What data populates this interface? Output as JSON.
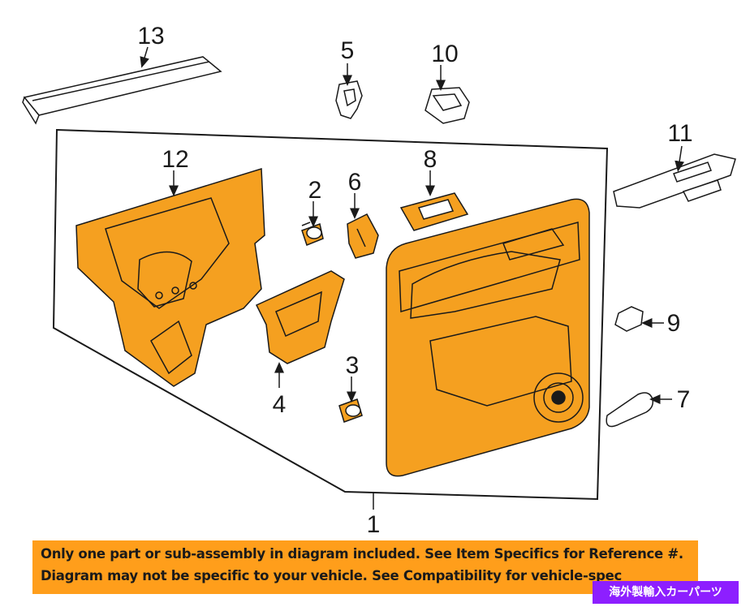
{
  "callouts": {
    "c1": "1",
    "c2": "2",
    "c3": "3",
    "c4": "4",
    "c5": "5",
    "c6": "6",
    "c7": "7",
    "c8": "8",
    "c9": "9",
    "c10": "10",
    "c11": "11",
    "c12": "12",
    "c13": "13"
  },
  "banner": {
    "line1": "Only one part or sub-assembly in diagram included. See Item Specifics for Reference #.",
    "line2": "Diagram may not be specific to your vehicle. See Compatibility for vehicle-spec"
  },
  "badge": {
    "text": "海外製輸入カーパーツ"
  },
  "colors": {
    "part_fill": "#f5a020",
    "outline": "#1a1a1a",
    "banner": "#ff9e1b",
    "badge": "#8d1fff"
  }
}
